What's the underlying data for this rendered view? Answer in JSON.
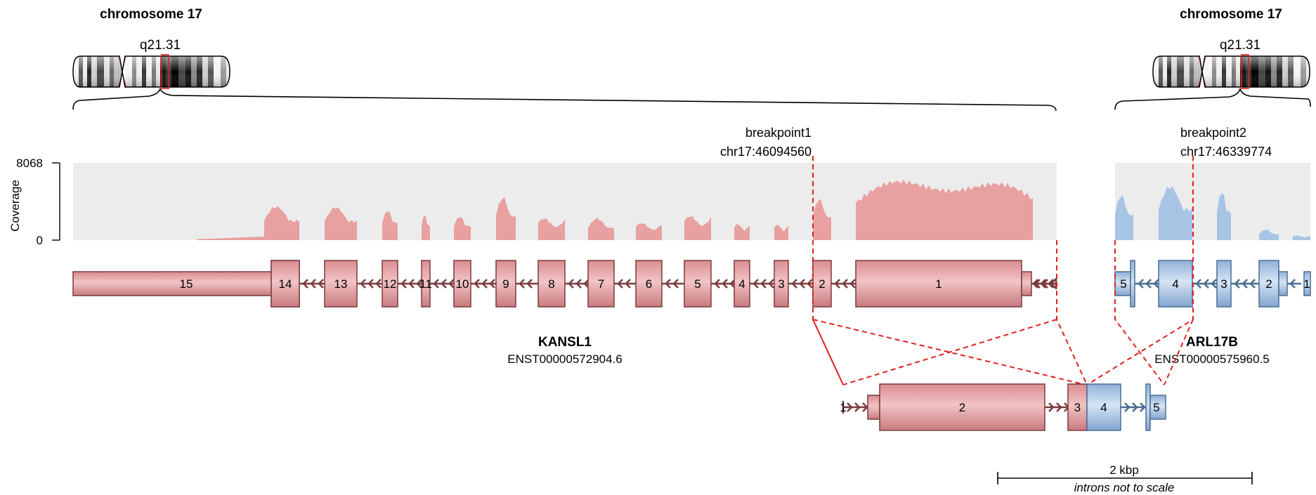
{
  "chromosomes": [
    {
      "title": "chromosome 17",
      "band": "q21.31"
    },
    {
      "title": "chromosome 17",
      "band": "q21.31"
    }
  ],
  "coverage": {
    "ylabel": "Coverage",
    "ymax_label": "8068",
    "ymin_label": "0",
    "ymax": 8068,
    "bg_color": "#ececec",
    "gene1_color": "#e8a0a0",
    "gene2_color": "#a8c4e4"
  },
  "breakpoints": [
    {
      "name": "breakpoint1",
      "position": "chr17:46094560"
    },
    {
      "name": "breakpoint2",
      "position": "chr17:46339774"
    }
  ],
  "genes": [
    {
      "name": "KANSL1",
      "transcript": "ENST00000572904.6",
      "color": "#e5a0a3",
      "border": "#7a3b3e",
      "exons": [
        "15",
        "14",
        "13",
        "12",
        "11",
        "10",
        "9",
        "8",
        "7",
        "6",
        "5",
        "4",
        "3",
        "2",
        "1"
      ]
    },
    {
      "name": "ARL17B",
      "transcript": "ENST00000575960.5",
      "color": "#b4cde8",
      "border": "#4a6d92",
      "exons": [
        "5",
        "4",
        "3",
        "2",
        "1"
      ]
    }
  ],
  "fusion": {
    "exons": [
      {
        "label": "1",
        "gene": "KANSL1"
      },
      {
        "label": "2",
        "gene": "KANSL1"
      },
      {
        "label": "3",
        "gene": "KANSL1"
      },
      {
        "label": "4",
        "gene": "ARL17B"
      },
      {
        "label": "5",
        "gene": "ARL17B"
      }
    ]
  },
  "scale": {
    "label": "2 kbp",
    "note": "introns not to scale"
  },
  "colors": {
    "breakpoint_line": "#e02020",
    "ideogram_marker": "#e02020"
  }
}
